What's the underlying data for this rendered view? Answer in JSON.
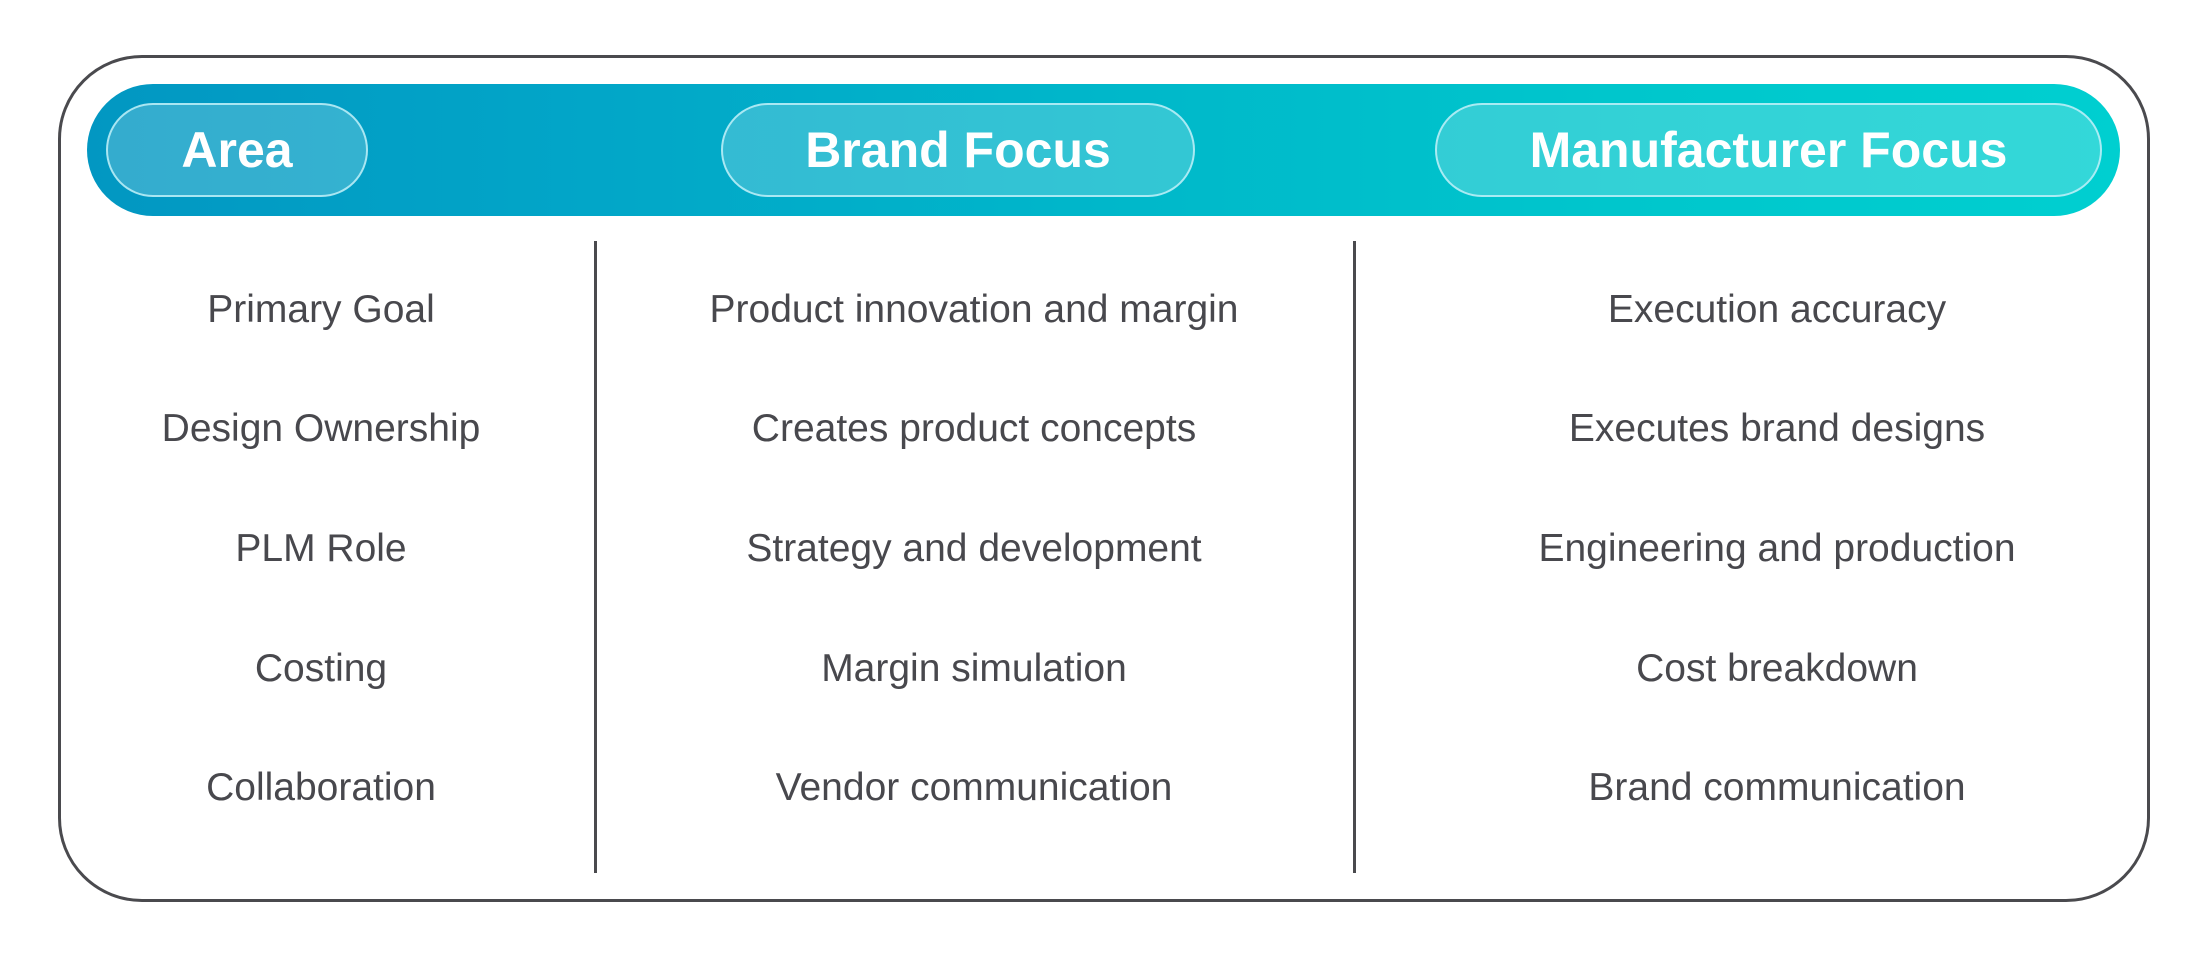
{
  "table": {
    "headers": [
      "Area",
      "Brand Focus",
      "Manufacturer Focus"
    ],
    "rows": [
      [
        "Primary Goal",
        "Product innovation and margin",
        "Execution accuracy"
      ],
      [
        "Design Ownership",
        "Creates product concepts",
        "Executes brand designs"
      ],
      [
        "PLM Role",
        "Strategy and development",
        "Engineering and production"
      ],
      [
        "Costing",
        "Margin simulation",
        "Cost breakdown"
      ],
      [
        "Collaboration",
        "Vendor communication",
        "Brand communication"
      ]
    ]
  },
  "colors": {
    "header_gradient_start": "#0297c2",
    "header_gradient_end": "#00cfd0",
    "text": "#48484d",
    "border": "#4a4a4e",
    "header_text": "#ffffff"
  }
}
